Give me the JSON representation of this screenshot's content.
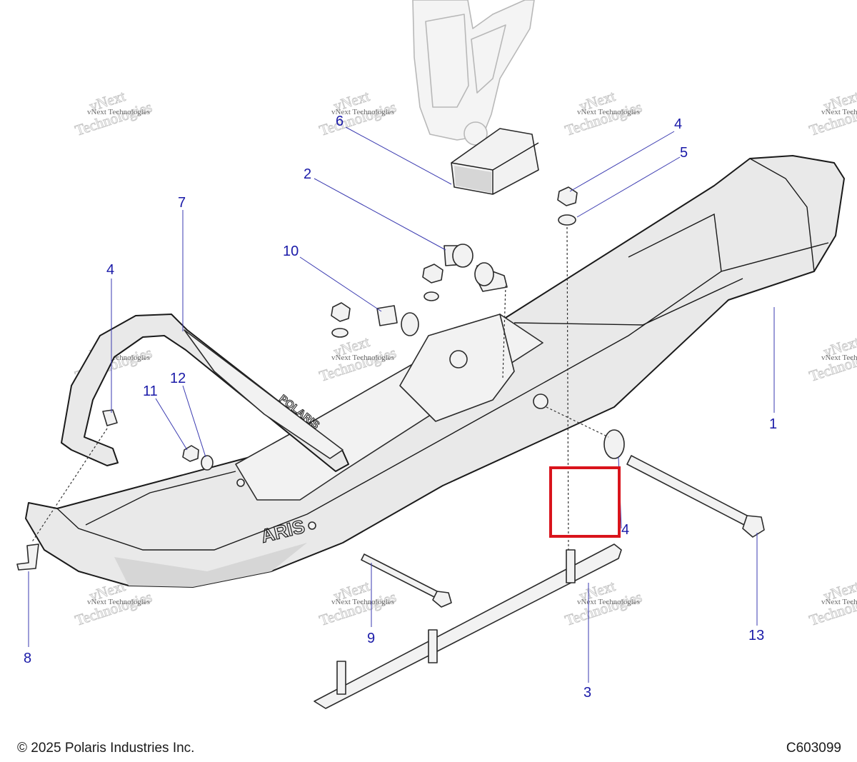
{
  "footer": {
    "copyright": "© 2025 Polaris Industries Inc.",
    "diagram_code": "C603099"
  },
  "watermark": {
    "line1": "vNext Technologies",
    "line2": "vNext",
    "line3": "Technologies"
  },
  "callouts": [
    {
      "id": "c6",
      "label": "6"
    },
    {
      "id": "c4a",
      "label": "4"
    },
    {
      "id": "c5",
      "label": "5"
    },
    {
      "id": "c2",
      "label": "2"
    },
    {
      "id": "c7",
      "label": "7"
    },
    {
      "id": "c10",
      "label": "10"
    },
    {
      "id": "c4b",
      "label": "4"
    },
    {
      "id": "c11",
      "label": "11"
    },
    {
      "id": "c12",
      "label": "12"
    },
    {
      "id": "c1",
      "label": "1"
    },
    {
      "id": "c4c",
      "label": "4"
    },
    {
      "id": "c13",
      "label": "13"
    },
    {
      "id": "c9",
      "label": "9"
    },
    {
      "id": "c8",
      "label": "8"
    },
    {
      "id": "c3",
      "label": "3"
    }
  ],
  "colors": {
    "callout": "#1a1aa8",
    "highlight": "#d9141c",
    "part_fill": "#e9e9e9",
    "outline": "#1a1a1a"
  }
}
